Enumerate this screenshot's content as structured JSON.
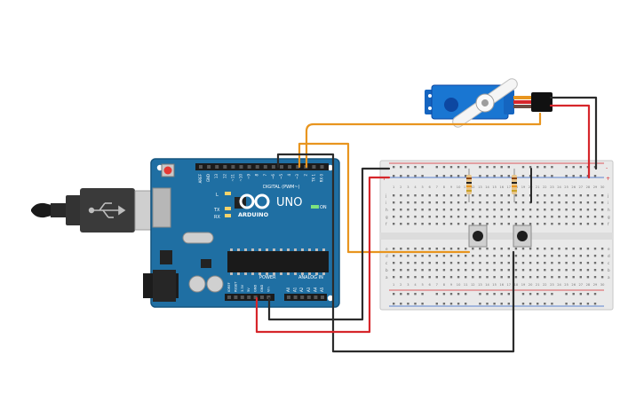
{
  "arduino": {
    "brand": "ARDUINO",
    "model": "UNO",
    "digital_header_label": "DIGITAL (PWM~)",
    "analog_header_label": "ANALOG IN",
    "power_header_label": "POWER",
    "on_label": "ON",
    "led_labels": [
      "L",
      "TX",
      "RX"
    ],
    "digital_pins": [
      "AREF",
      "GND",
      "13",
      "12",
      "~11",
      "~10",
      "~9",
      "8",
      "7",
      "~6",
      "~5",
      "4",
      "~3",
      "2",
      "TX 1",
      "RX 0"
    ],
    "analog_pins": [
      "A0",
      "A1",
      "A2",
      "A3",
      "A4",
      "A5"
    ],
    "power_pins": [
      "IOREF",
      "RESET",
      "3.3V",
      "5V",
      "GND",
      "GND",
      "Vin"
    ]
  },
  "breadboard": {
    "column_numbers": [
      "1",
      "2",
      "3",
      "4",
      "5",
      "6",
      "7",
      "8",
      "9",
      "10",
      "11",
      "12",
      "13",
      "14",
      "15",
      "16",
      "17",
      "18",
      "19",
      "20",
      "21",
      "22",
      "23",
      "24",
      "25",
      "26",
      "27",
      "28",
      "29",
      "30"
    ],
    "row_letters_top": [
      "j",
      "i",
      "h",
      "g",
      "f"
    ],
    "row_letters_bottom": [
      "e",
      "d",
      "c",
      "b",
      "a"
    ],
    "rail_plus": "+",
    "rail_minus": "-"
  },
  "components": {
    "servo": "servo-motor",
    "buttons": 2,
    "resistors": 2
  },
  "colors": {
    "board_blue": "#1f6fa3",
    "board_dark": "#15557f",
    "breadboard": "#e9e9e9",
    "wire_red": "#d6262b",
    "wire_black": "#2b2b2b",
    "wire_orange": "#e8951f",
    "servo_blue": "#1565c0"
  }
}
